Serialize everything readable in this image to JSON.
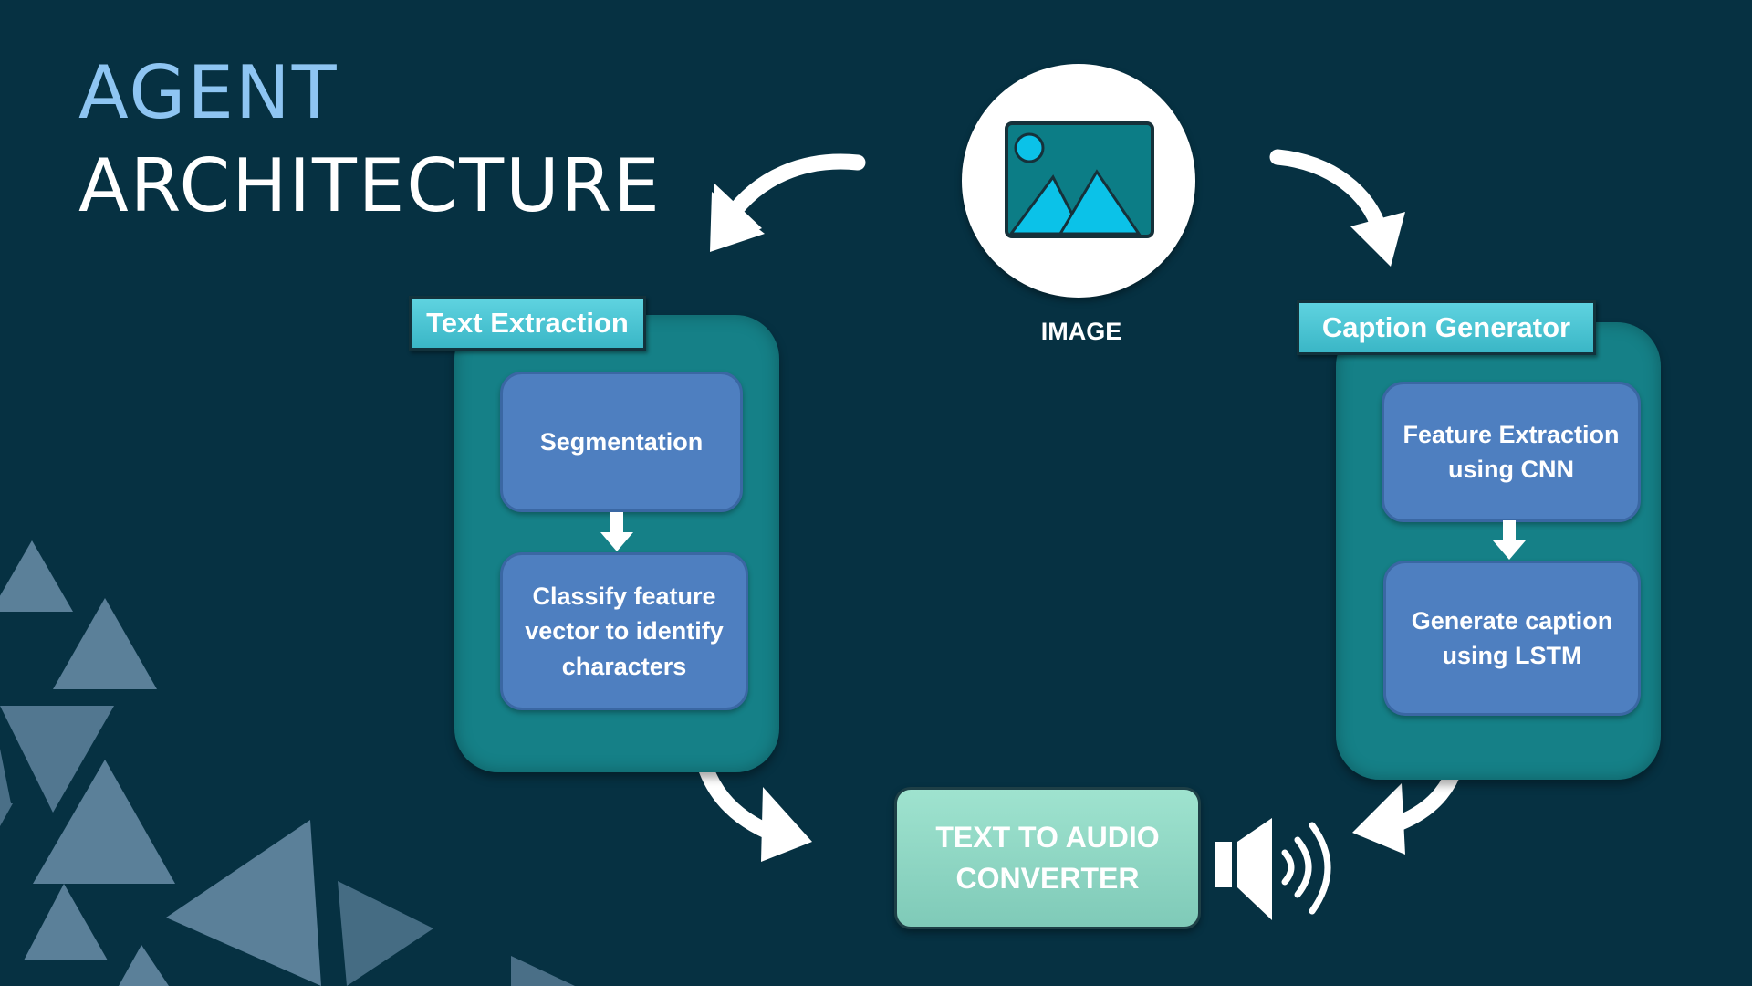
{
  "title": {
    "line1": "AGENT",
    "line2": "ARCHITECTURE"
  },
  "image_node": {
    "label": "IMAGE",
    "icon": "image-icon"
  },
  "text_extraction": {
    "label": "Text Extraction",
    "steps": [
      "Segmentation",
      "Classify feature\nvector to identify\ncharacters"
    ]
  },
  "caption_generator": {
    "label": "Caption Generator",
    "steps": [
      "Feature Extraction\nusing CNN",
      "Generate caption\nusing LSTM"
    ]
  },
  "converter": {
    "label": "TEXT TO AUDIO\nCONVERTER",
    "icon": "speaker-icon"
  },
  "colors": {
    "background": "#063142",
    "title_accent": "#8ec5f2",
    "panel": "#158087",
    "step_box": "#4e7fc0",
    "tag": "#4cc4d3",
    "converter": "#8dd6c2"
  }
}
